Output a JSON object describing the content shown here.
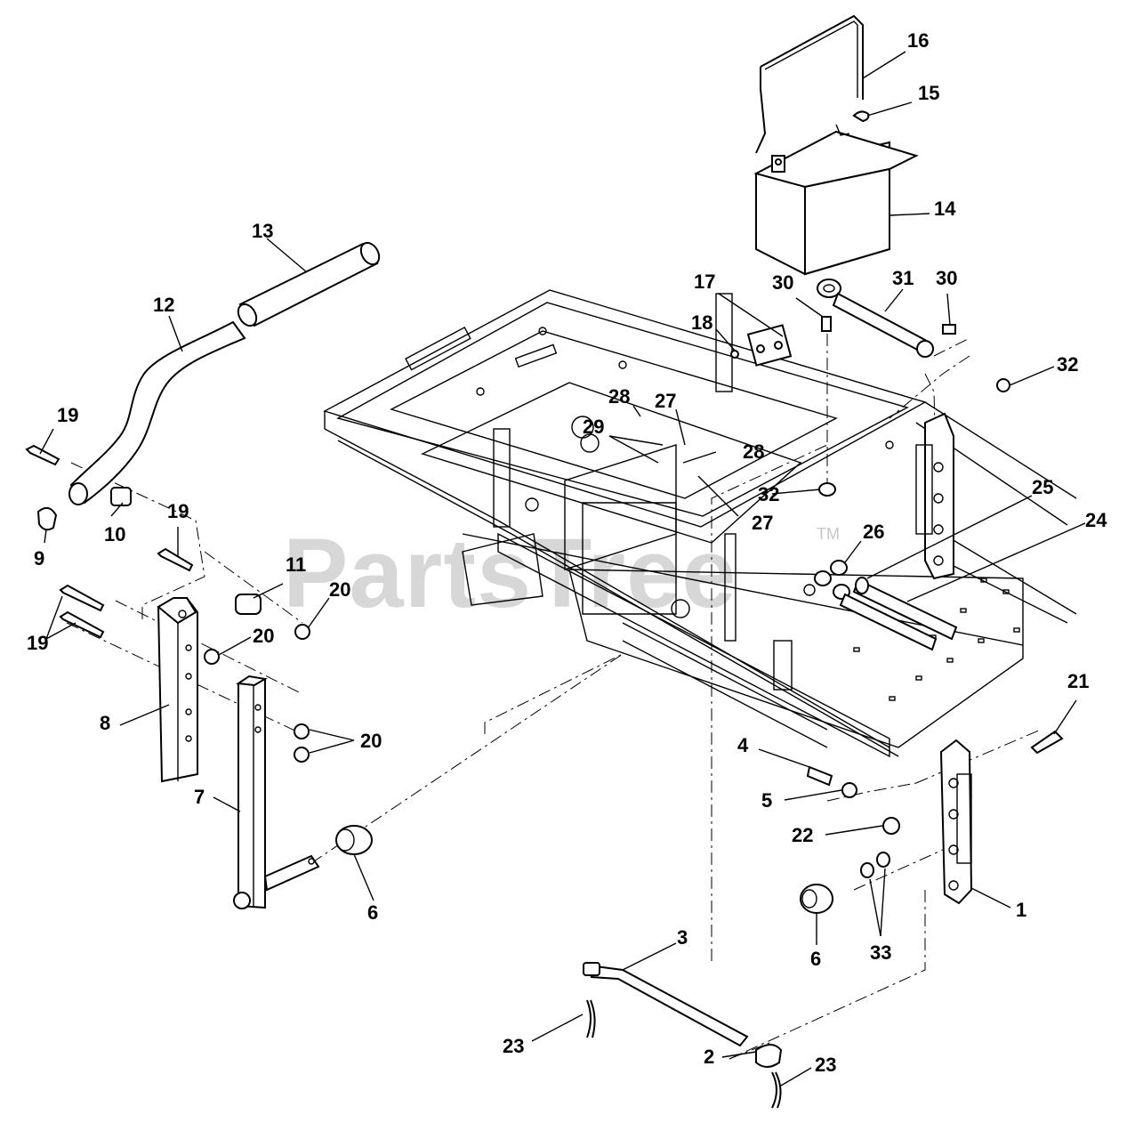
{
  "watermark": {
    "brand": "PartsTree",
    "trademark": "TM"
  },
  "callouts": [
    {
      "id": "c16",
      "label": "16"
    },
    {
      "id": "c15",
      "label": "15"
    },
    {
      "id": "c14",
      "label": "14"
    },
    {
      "id": "c13",
      "label": "13"
    },
    {
      "id": "c12",
      "label": "12"
    },
    {
      "id": "c17",
      "label": "17"
    },
    {
      "id": "c30a",
      "label": "30"
    },
    {
      "id": "c31",
      "label": "31"
    },
    {
      "id": "c30b",
      "label": "30"
    },
    {
      "id": "c18",
      "label": "18"
    },
    {
      "id": "c32a",
      "label": "32"
    },
    {
      "id": "c19a",
      "label": "19"
    },
    {
      "id": "c28a",
      "label": "28"
    },
    {
      "id": "c27a",
      "label": "27"
    },
    {
      "id": "c29",
      "label": "29"
    },
    {
      "id": "c28b",
      "label": "28"
    },
    {
      "id": "c10",
      "label": "10"
    },
    {
      "id": "c9",
      "label": "9"
    },
    {
      "id": "c32b",
      "label": "32"
    },
    {
      "id": "c27b",
      "label": "27"
    },
    {
      "id": "c25",
      "label": "25"
    },
    {
      "id": "c24",
      "label": "24"
    },
    {
      "id": "c19b",
      "label": "19"
    },
    {
      "id": "c26",
      "label": "26"
    },
    {
      "id": "c11",
      "label": "11"
    },
    {
      "id": "c20a",
      "label": "20"
    },
    {
      "id": "c19c",
      "label": "19"
    },
    {
      "id": "c20b",
      "label": "20"
    },
    {
      "id": "c8",
      "label": "8"
    },
    {
      "id": "c20c",
      "label": "20"
    },
    {
      "id": "c21",
      "label": "21"
    },
    {
      "id": "c4",
      "label": "4"
    },
    {
      "id": "c7",
      "label": "7"
    },
    {
      "id": "c5",
      "label": "5"
    },
    {
      "id": "c22",
      "label": "22"
    },
    {
      "id": "c6a",
      "label": "6"
    },
    {
      "id": "c1",
      "label": "1"
    },
    {
      "id": "c3",
      "label": "3"
    },
    {
      "id": "c6b",
      "label": "6"
    },
    {
      "id": "c33",
      "label": "33"
    },
    {
      "id": "c23a",
      "label": "23"
    },
    {
      "id": "c2",
      "label": "2"
    },
    {
      "id": "c23b",
      "label": "23"
    }
  ]
}
